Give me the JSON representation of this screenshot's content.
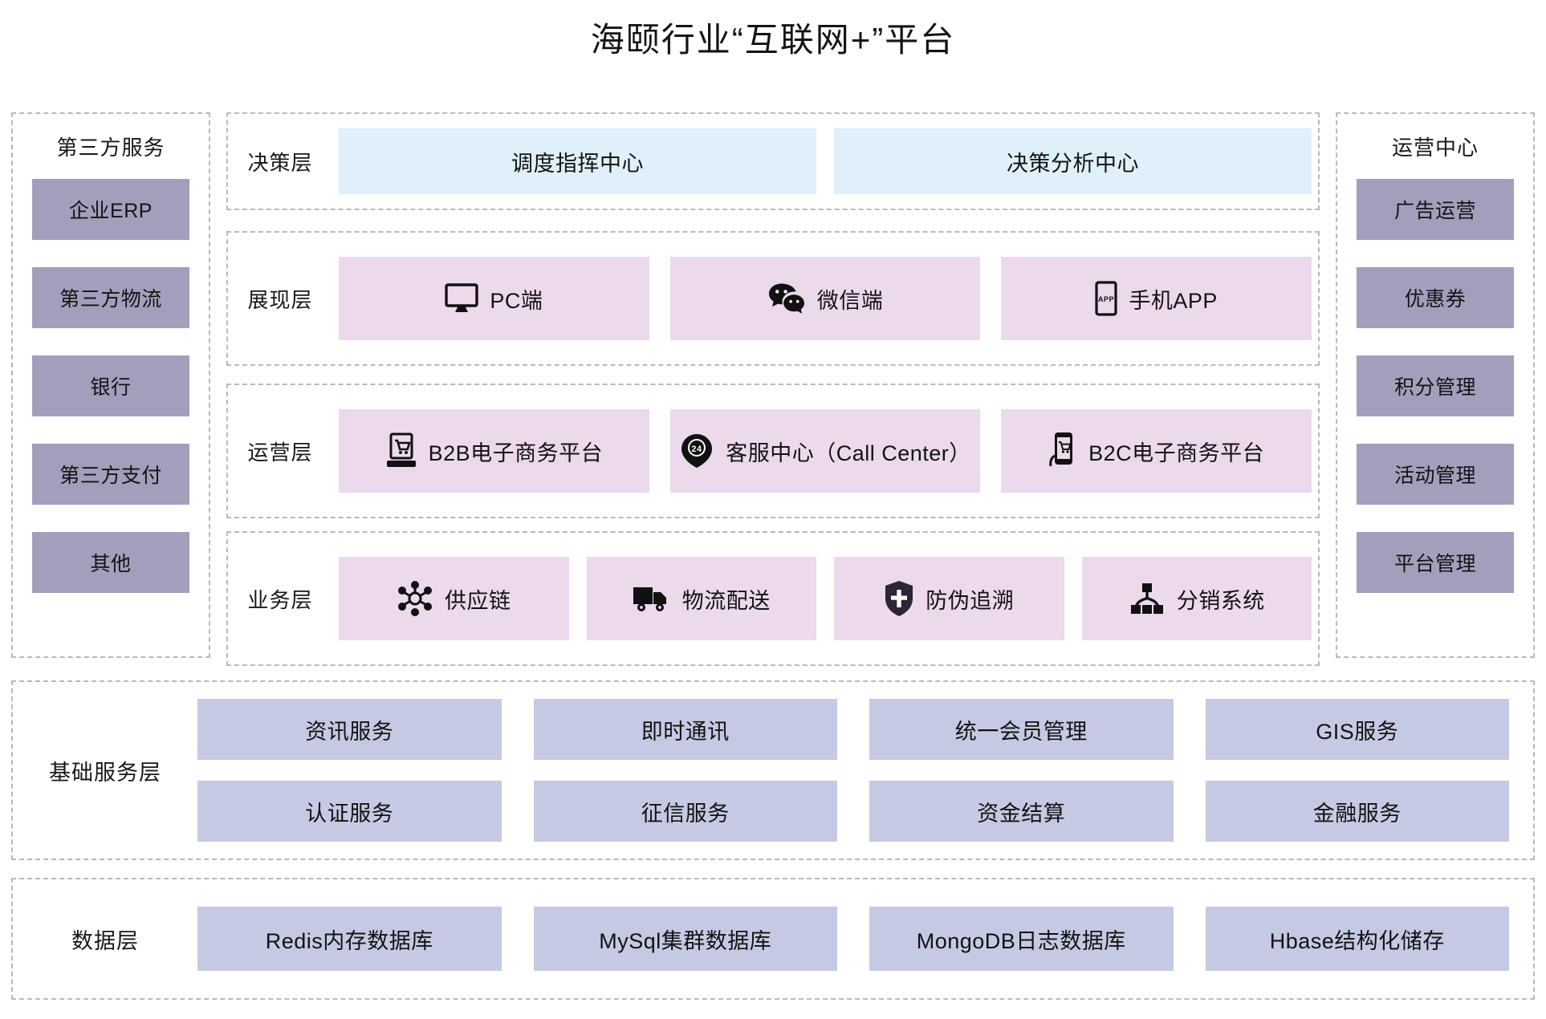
{
  "title": "海颐行业“互联网+”平台",
  "left_panel": {
    "title": "第三方服务",
    "items": [
      {
        "label": "企业ERP"
      },
      {
        "label": "第三方物流"
      },
      {
        "label": "银行"
      },
      {
        "label": "第三方支付"
      },
      {
        "label": "其他"
      }
    ]
  },
  "right_panel": {
    "title": "运营中心",
    "items": [
      {
        "label": "广告运营"
      },
      {
        "label": "优惠券"
      },
      {
        "label": "积分管理"
      },
      {
        "label": "活动管理"
      },
      {
        "label": "平台管理"
      }
    ]
  },
  "center_layers": [
    {
      "label": "决策层",
      "items": [
        {
          "label": "调度指挥中心",
          "icon": "none"
        },
        {
          "label": "决策分析中心",
          "icon": "none"
        }
      ]
    },
    {
      "label": "展现层",
      "items": [
        {
          "label": "PC端",
          "icon": "monitor-icon"
        },
        {
          "label": "微信端",
          "icon": "wechat-icon"
        },
        {
          "label": "手机APP",
          "icon": "mobile-app-icon"
        }
      ]
    },
    {
      "label": "运营层",
      "items": [
        {
          "label": "B2B电子商务平台",
          "icon": "cart-laptop-icon"
        },
        {
          "label": "客服中心（Call Center）",
          "icon": "phone-24h-icon"
        },
        {
          "label": "B2C电子商务平台",
          "icon": "mobile-cart-icon"
        }
      ]
    },
    {
      "label": "业务层",
      "items": [
        {
          "label": "供应链",
          "icon": "network-hub-icon"
        },
        {
          "label": "物流配送",
          "icon": "truck-icon"
        },
        {
          "label": "防伪追溯",
          "icon": "shield-icon"
        },
        {
          "label": "分销系统",
          "icon": "distribution-tree-icon"
        }
      ]
    }
  ],
  "base_service_layer": {
    "label": "基础服务层",
    "items": [
      {
        "label": "资讯服务"
      },
      {
        "label": "即时通讯"
      },
      {
        "label": "统一会员管理"
      },
      {
        "label": "GIS服务"
      },
      {
        "label": "认证服务"
      },
      {
        "label": "征信服务"
      },
      {
        "label": "资金结算"
      },
      {
        "label": "金融服务"
      }
    ]
  },
  "data_layer": {
    "label": "数据层",
    "items": [
      {
        "label": "Redis内存数据库"
      },
      {
        "label": "MySql集群数据库"
      },
      {
        "label": "MongoDB日志数据库"
      },
      {
        "label": "Hbase结构化储存"
      }
    ]
  },
  "colors": {
    "decision_box": "#dff0fb",
    "presentation_box": "#ecd9ec",
    "side_box": "#a49ebc",
    "service_box": "#c6c9e3",
    "dashed_border": "#b9b9b9",
    "text": "#121212"
  }
}
